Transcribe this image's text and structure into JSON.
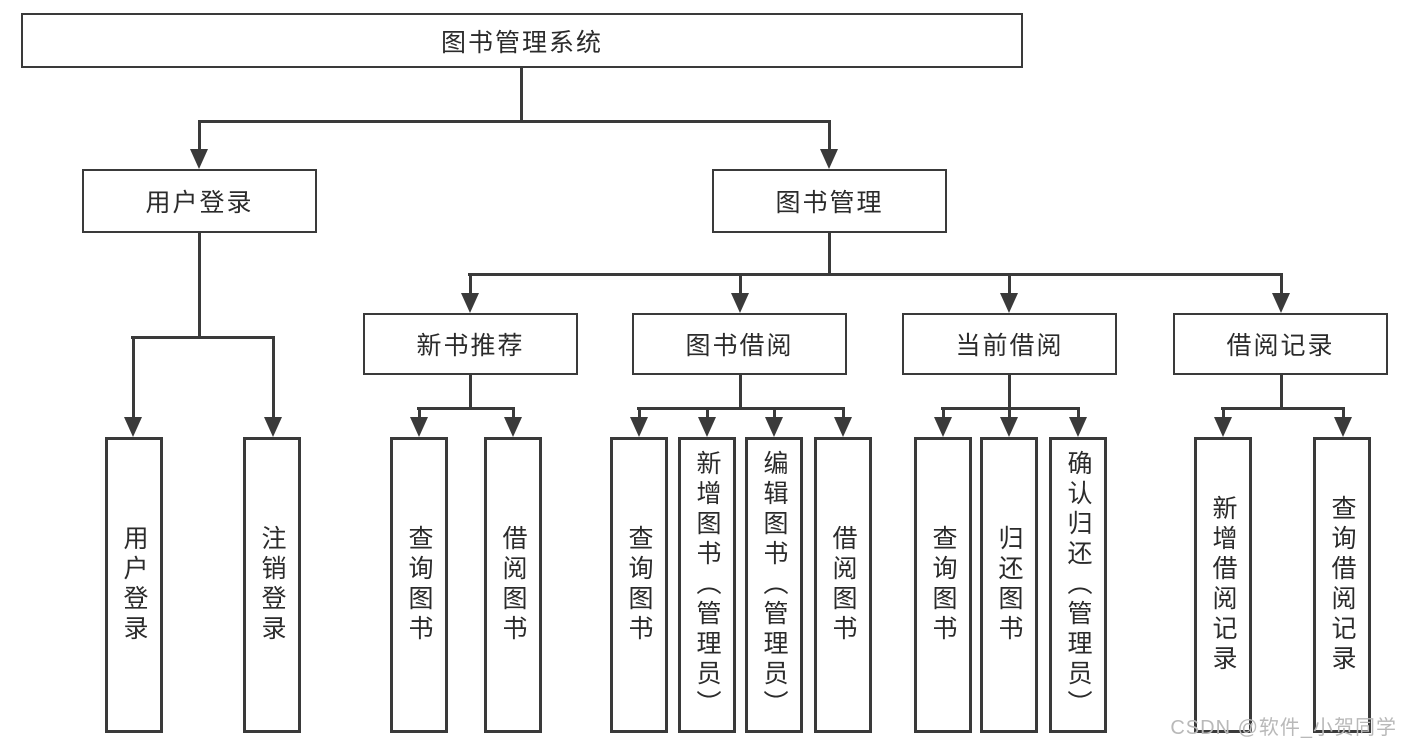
{
  "tree": {
    "root": {
      "label": "图书管理系统"
    },
    "branches": [
      {
        "label": "用户登录",
        "children": [
          {
            "label": "用户登录"
          },
          {
            "label": "注销登录"
          }
        ]
      },
      {
        "label": "图书管理",
        "groups": [
          {
            "label": "新书推荐",
            "children": [
              {
                "label": "查询图书"
              },
              {
                "label": "借阅图书"
              }
            ]
          },
          {
            "label": "图书借阅",
            "children": [
              {
                "label": "查询图书"
              },
              {
                "label": "新增图书（管理员）"
              },
              {
                "label": "编辑图书（管理员）"
              },
              {
                "label": "借阅图书"
              }
            ]
          },
          {
            "label": "当前借阅",
            "children": [
              {
                "label": "查询图书"
              },
              {
                "label": "归还图书"
              },
              {
                "label": "确认归还（管理员）"
              }
            ]
          },
          {
            "label": "借阅记录",
            "children": [
              {
                "label": "新增借阅记录"
              },
              {
                "label": "查询借阅记录"
              }
            ]
          }
        ]
      }
    ]
  },
  "watermark": {
    "text": "CSDN @软件_小贺同学"
  },
  "colors": {
    "line": "#3a3a3a",
    "border": "#3a3a3a",
    "text": "#2b2b2b",
    "watermark": "#b9b9b9",
    "background": "#ffffff"
  }
}
